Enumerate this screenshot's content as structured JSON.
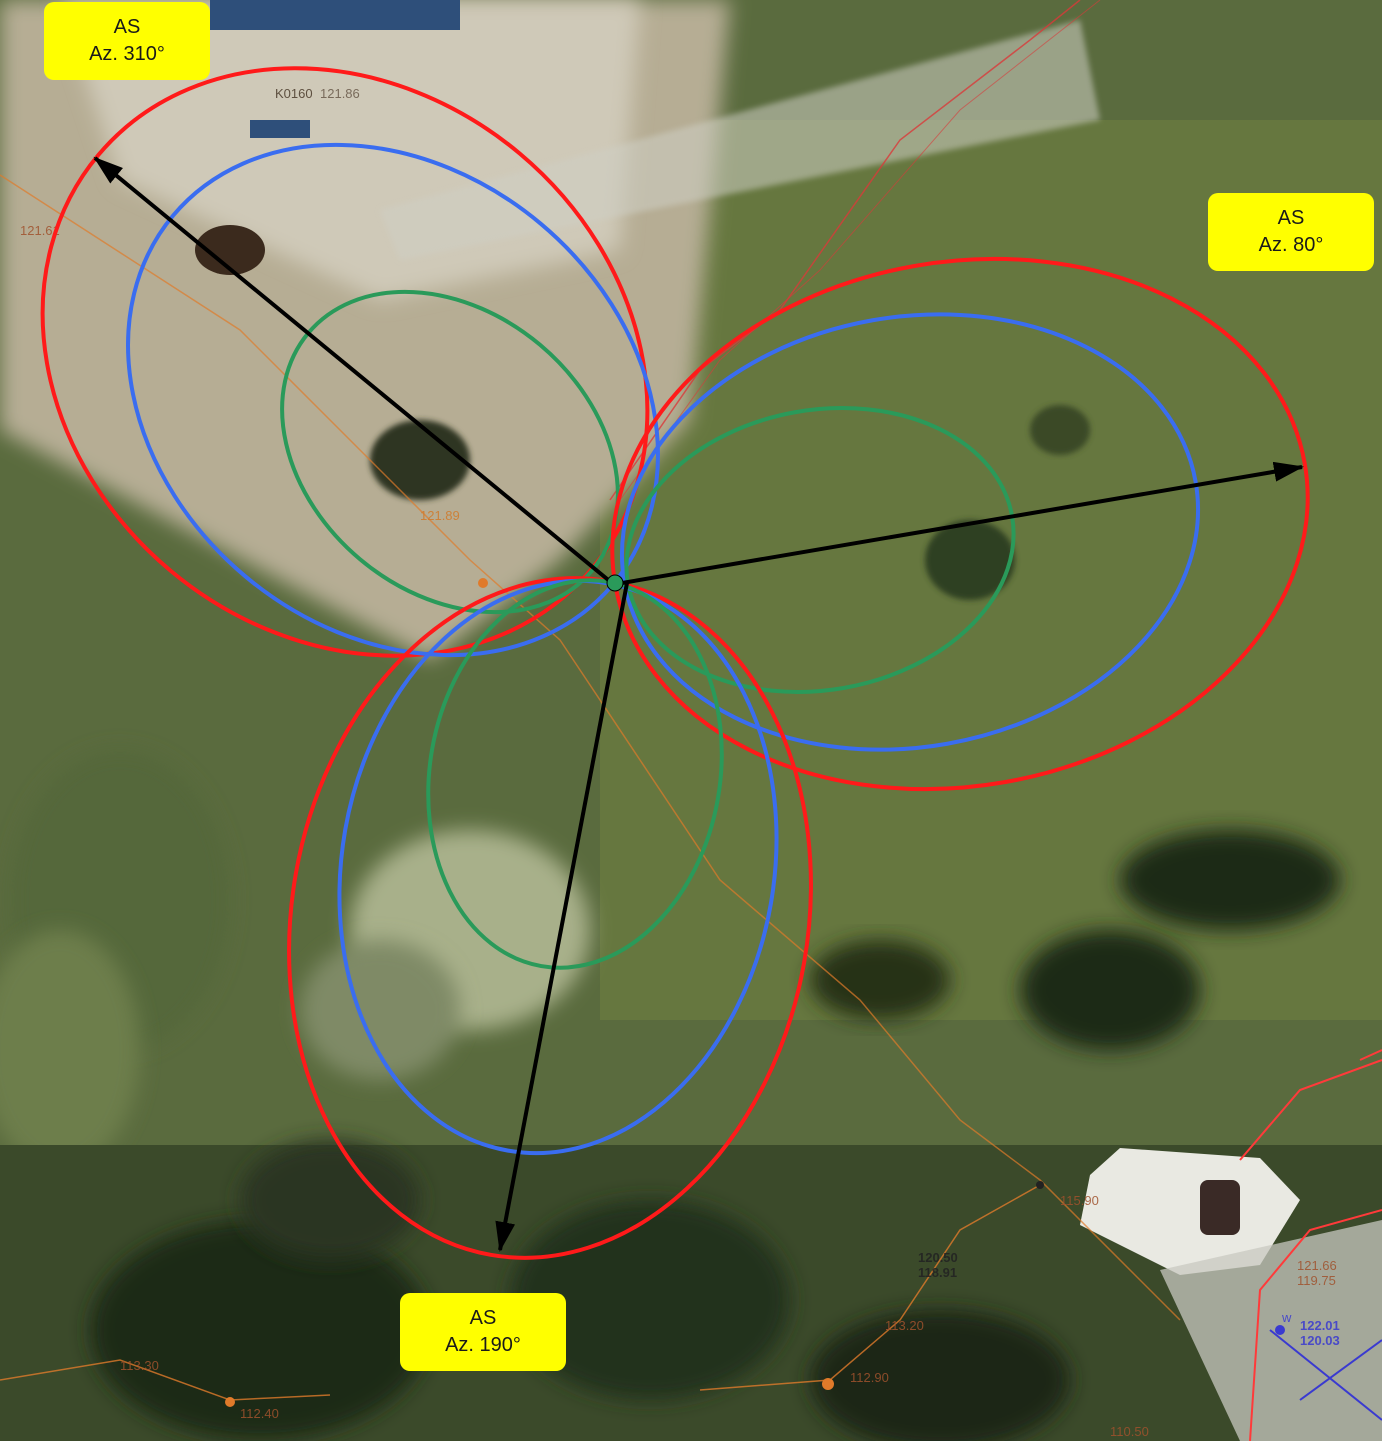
{
  "background": {
    "map_labels": [
      "121.61",
      "K0160",
      "121.86",
      "121.89",
      "113.30",
      "113.20",
      "120.50",
      "118.91",
      "121.66",
      "119.75",
      "122.01",
      "120.03",
      "112.40",
      "112.90",
      "115.90",
      "110.50",
      "w"
    ]
  },
  "colors": {
    "outer_lobe": "#ff1a1a",
    "middle_lobe": "#3a6df0",
    "inner_lobe": "#2a9a5a",
    "azimuth_arrow": "#000000",
    "label_bg": "#ffff00"
  },
  "sectors": [
    {
      "id": "310",
      "name": "AS",
      "azimuth_text": "Az. 310°",
      "azimuth": 310
    },
    {
      "id": "80",
      "name": "AS",
      "azimuth_text": "Az. 80°",
      "azimuth": 80
    },
    {
      "id": "190",
      "name": "AS",
      "azimuth_text": "Az. 190°",
      "azimuth": 190
    }
  ]
}
